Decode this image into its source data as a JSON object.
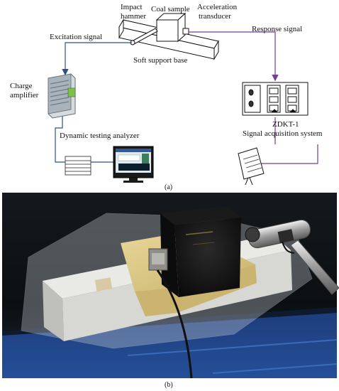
{
  "panel_a": {
    "caption": "(a)",
    "labels": {
      "impact_hammer_line1": "Impact",
      "impact_hammer_line2": "hammer",
      "coal_sample": "Coal sample",
      "acceleration_line1": "Acceleration",
      "acceleration_line2": "transducer",
      "excitation_signal": "Excitation signal",
      "response_signal": "Response signal",
      "soft_support_base": "Soft support base",
      "charge_amplifier_line1": "Charge",
      "charge_amplifier_line2": "amplifier",
      "dynamic_testing_analyzer": "Dynamic testing analyzer",
      "zdkt_line1": "ZDKT-1",
      "zdkt_line2": "Signal acquisition system"
    },
    "colors": {
      "excitation_line": "#2f4f8f",
      "response_line": "#7a3a9a",
      "analyzer_line": "#2f4f8f"
    }
  },
  "panel_b": {
    "caption": "(b)"
  }
}
